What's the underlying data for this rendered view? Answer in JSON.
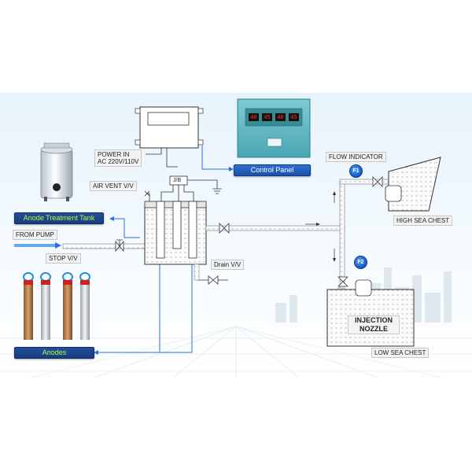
{
  "labels": {
    "power_in_line1": "POWER IN",
    "power_in_line2": "AC 220V/110V",
    "jb": "J/B",
    "air_vent": "AIR VENT V/V",
    "from_pump": "FROM PUMP",
    "stop_valve": "STOP V/V",
    "drain_valve": "Drain V/V",
    "flow_indicator": "FLOW INDICATOR",
    "high_sea_chest": "HIGH SEA CHEST",
    "low_sea_chest": "LOW SEA CHEST",
    "injection_nozzle_line1": "INJECTION",
    "injection_nozzle_line2": "NOZZLE"
  },
  "buttons": {
    "control_panel": "Control Panel",
    "anode_treatment_tank": "Anode Treatment Tank",
    "anodes": "Anodes"
  },
  "indicators": {
    "f1": "F1",
    "f2": "F2"
  },
  "control_panel_readouts": [
    "40",
    "45",
    "40",
    "45"
  ],
  "colors": {
    "accent_blue": "#1b4ea8",
    "label_green": "#b9ff3a",
    "pipe_fill": "#d9d9d9",
    "arrow_blue": "#2e6fd6"
  }
}
